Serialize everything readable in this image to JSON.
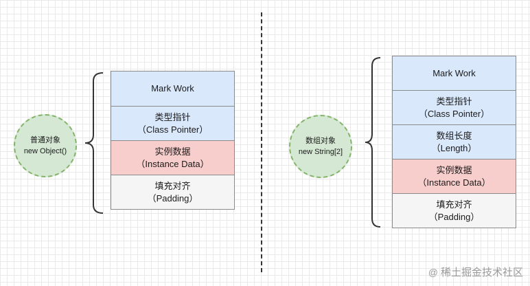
{
  "left": {
    "object_label": [
      "普通对象",
      "new Object()"
    ],
    "cells": [
      {
        "lines": [
          "Mark Work"
        ],
        "color": "#dae8fc"
      },
      {
        "lines": [
          "类型指针",
          "（Class Pointer）"
        ],
        "color": "#dae8fc"
      },
      {
        "lines": [
          "实例数据",
          "（Instance Data）"
        ],
        "color": "#f8cecc"
      },
      {
        "lines": [
          "填充对齐",
          "（Padding）"
        ],
        "color": "#f5f5f5"
      }
    ]
  },
  "right": {
    "object_label": [
      "数组对象",
      "new String[2]"
    ],
    "cells": [
      {
        "lines": [
          "Mark Work"
        ],
        "color": "#dae8fc"
      },
      {
        "lines": [
          "类型指针",
          "（Class Pointer）"
        ],
        "color": "#dae8fc"
      },
      {
        "lines": [
          "数组长度",
          "（Length）"
        ],
        "color": "#dae8fc"
      },
      {
        "lines": [
          "实例数据",
          "（Instance Data）"
        ],
        "color": "#f8cecc"
      },
      {
        "lines": [
          "填充对齐",
          "（Padding）"
        ],
        "color": "#f5f5f5"
      }
    ]
  },
  "watermark": {
    "icon": "at-icon",
    "text": "稀土掘金技术社区"
  }
}
